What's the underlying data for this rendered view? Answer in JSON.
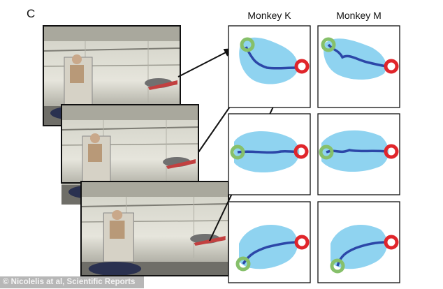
{
  "figure": {
    "panel_letter": "C",
    "columns": [
      {
        "label": "Monkey K"
      },
      {
        "label": "Monkey M"
      }
    ],
    "rows": 3,
    "legend_colors": {
      "start_ring": "#86c06a",
      "goal_ring": "#e0252b",
      "trajectory_mean": "#2c47a8",
      "trajectory_cloud": "#8fd3f0"
    }
  },
  "credit": "© Nicolelis at al, Scientific Reports"
}
